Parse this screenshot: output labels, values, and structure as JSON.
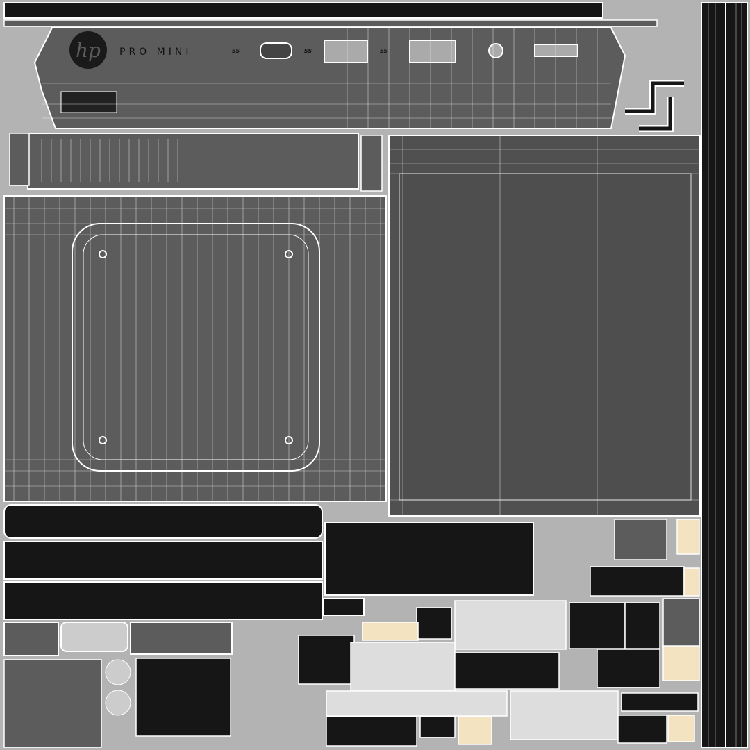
{
  "logo": {
    "text": "hp"
  },
  "front_panel": {
    "model_label": "PRO MINI",
    "port_labels": [
      "SS",
      "SS",
      "SS"
    ]
  },
  "colors": {
    "background": "#b3b3b3",
    "panel": "#5c5c5c",
    "dark_part": "#161616",
    "wire": "#ffffff",
    "highlight": "#f3e3c0"
  }
}
